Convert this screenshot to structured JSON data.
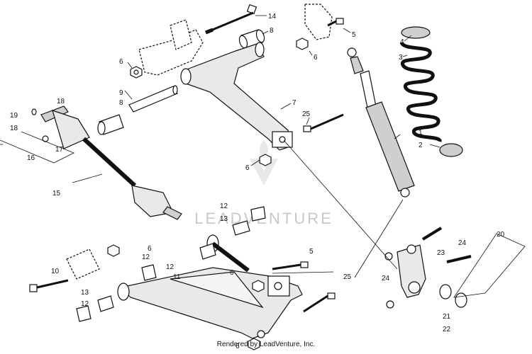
{
  "callouts": [
    "14",
    "8",
    "6",
    "5",
    "6",
    "4",
    "3",
    "9",
    "8",
    "7",
    "25",
    "1",
    "2",
    "18",
    "19",
    "18",
    "17",
    "16",
    "6",
    "15",
    "12",
    "13",
    "5",
    "20",
    "24",
    "10",
    "12",
    "11",
    "6",
    "23",
    "13",
    "12",
    "25",
    "24",
    "6",
    "21",
    "22",
    "6",
    "12"
  ],
  "watermark": "LEADVENTURE",
  "footer": "Rendered by LeadVenture, Inc."
}
